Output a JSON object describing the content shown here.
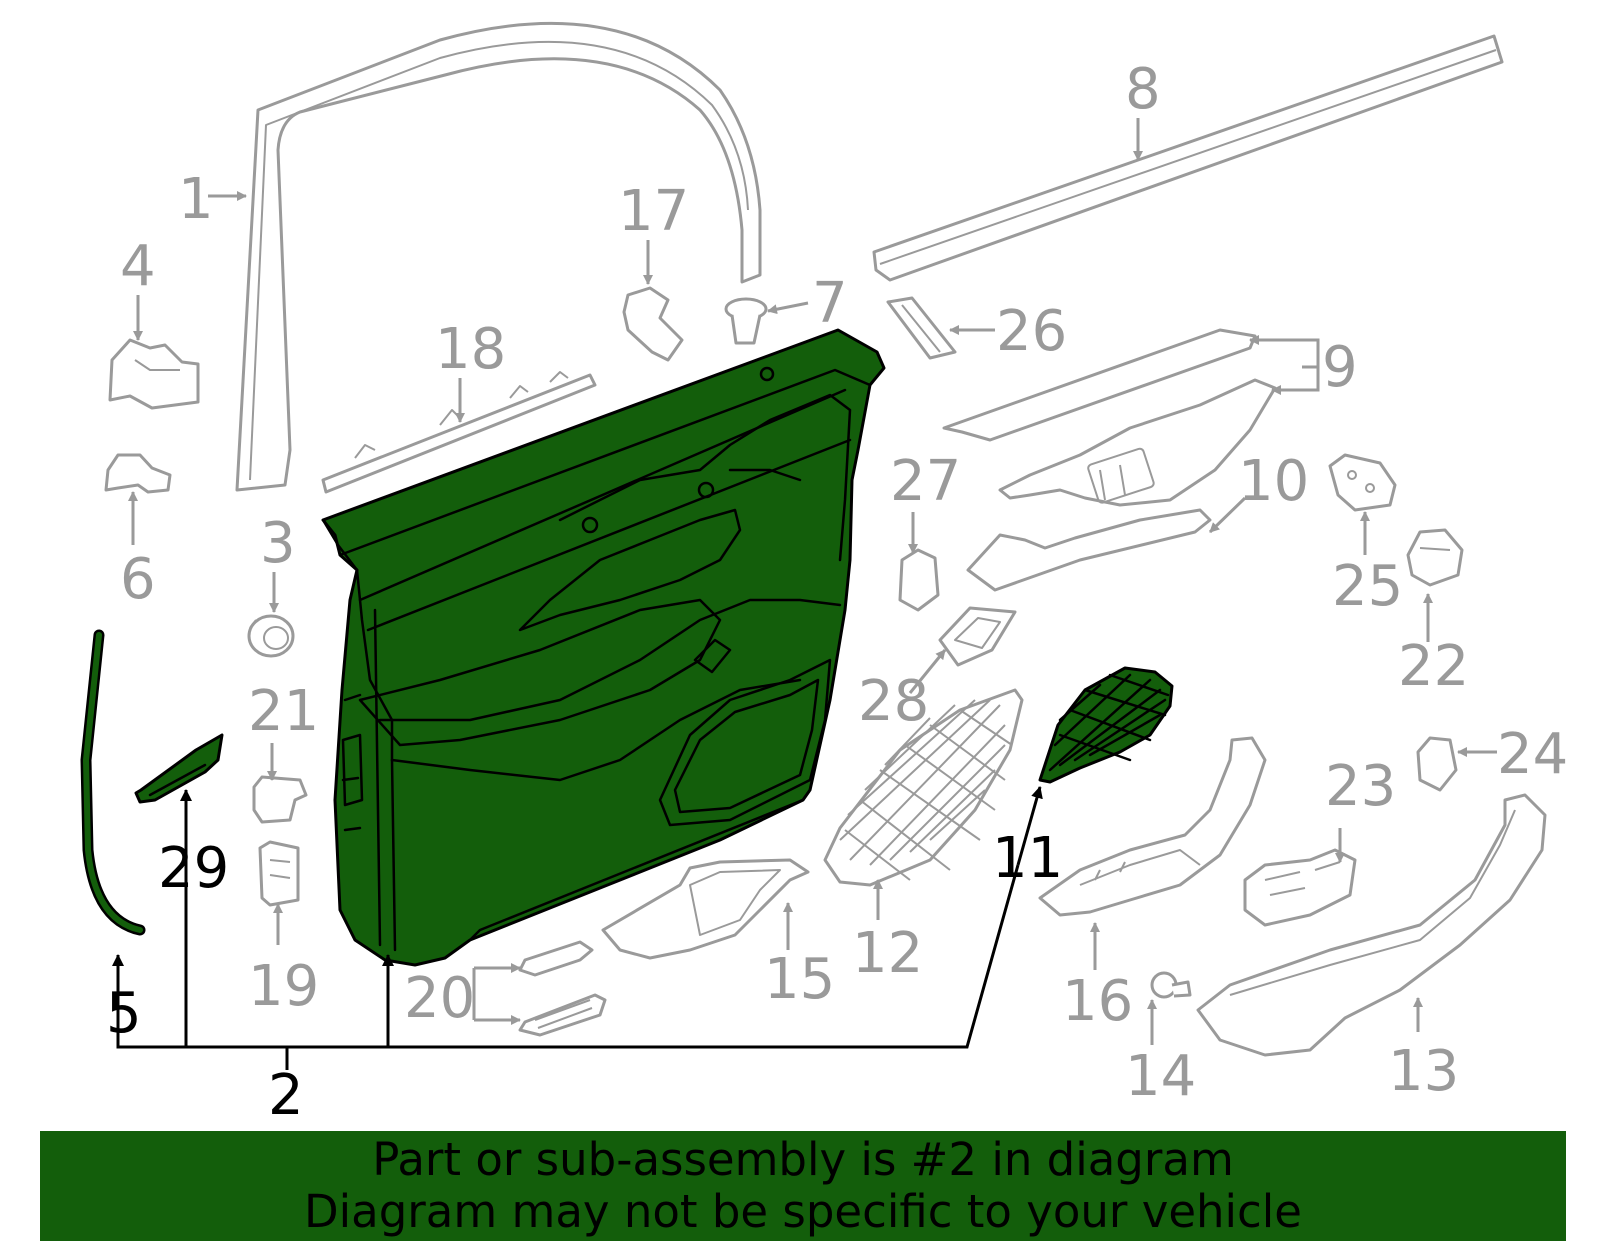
{
  "colors": {
    "highlight": "#135e0b",
    "banner": "#135e0b",
    "part_line": "#9a9a9a",
    "highlight_label": "#000000"
  },
  "callouts": {
    "c1": "1",
    "c2": "2",
    "c3": "3",
    "c4": "4",
    "c5": "5",
    "c6": "6",
    "c7": "7",
    "c8": "8",
    "c9": "9",
    "c10": "10",
    "c11": "11",
    "c12": "12",
    "c13": "13",
    "c14": "14",
    "c15": "15",
    "c16": "16",
    "c17": "17",
    "c18": "18",
    "c19": "19",
    "c20": "20",
    "c21": "21",
    "c22": "22",
    "c23": "23",
    "c24": "24",
    "c25": "25",
    "c26": "26",
    "c27": "27",
    "c28": "28",
    "c29": "29"
  },
  "highlighted_callouts": [
    "2",
    "5",
    "11",
    "29"
  ],
  "banner": {
    "line1": "Part or sub-assembly is #2 in diagram",
    "line2": "Diagram may not be specific to your vehicle"
  }
}
